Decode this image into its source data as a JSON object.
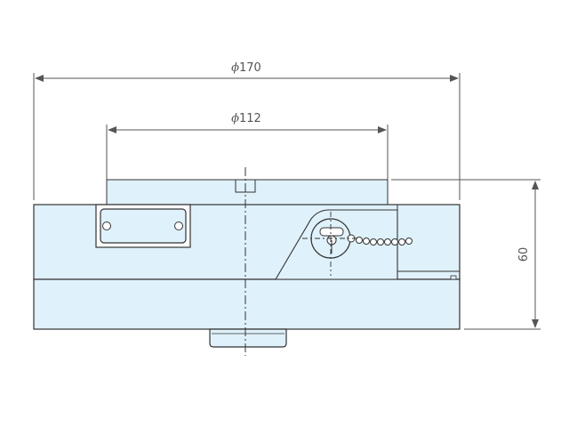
{
  "dimensions": {
    "outer_diameter": {
      "symbol": "ϕ",
      "value": "170"
    },
    "inner_diameter": {
      "symbol": "ϕ",
      "value": "112"
    },
    "height": {
      "value": "60"
    }
  },
  "colors": {
    "body_fill": "#dff1fa",
    "outline": "#333333",
    "dim_line": "#555555",
    "background": "#ffffff"
  }
}
